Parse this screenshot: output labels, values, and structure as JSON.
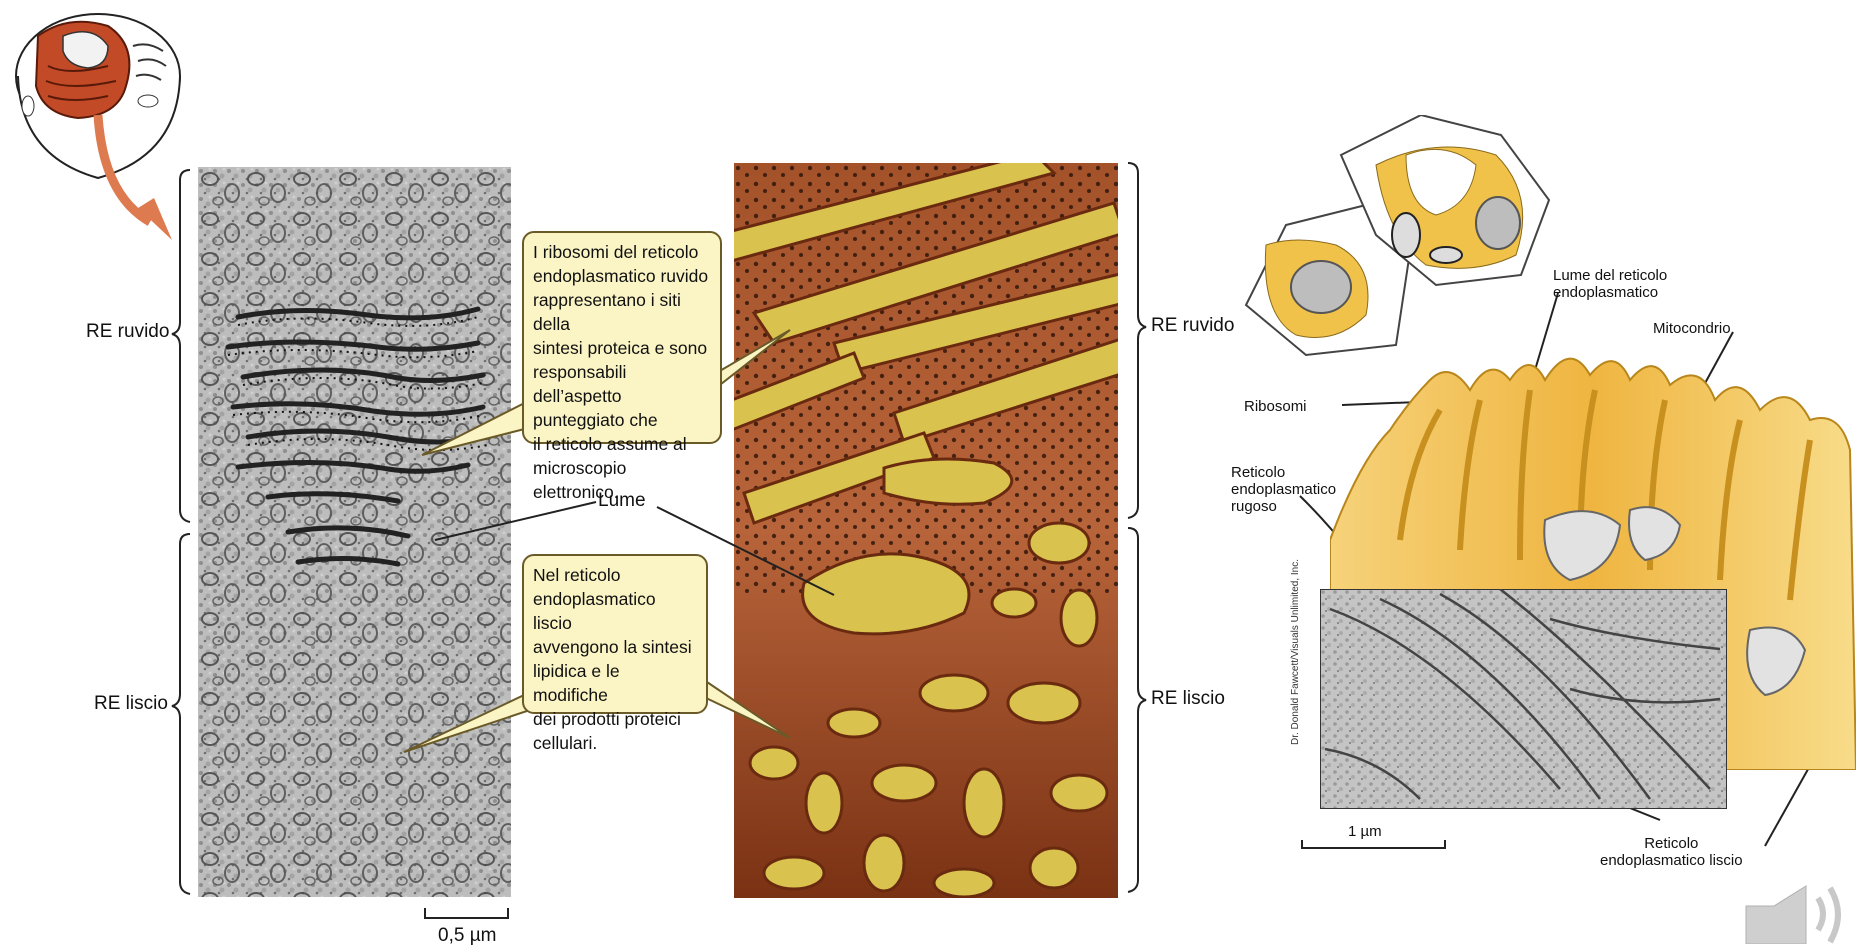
{
  "callouts": {
    "rough_lines": [
      "I ribosomi del reticolo",
      "endoplasmatico ruvido",
      "rappresentano i siti della",
      "sintesi proteica e sono",
      "responsabili dell’aspetto",
      "punteggiato che",
      "il reticolo assume al",
      "microscopio elettronico."
    ],
    "smooth_lines": [
      "Nel reticolo",
      "endoplasmatico liscio",
      "avvengono la sintesi",
      "lipidica e le modifiche",
      "dei prodotti proteici",
      "cellulari."
    ]
  },
  "labels": {
    "re_ruvido_left": "RE ruvido",
    "re_liscio_left": "RE liscio",
    "re_ruvido_right": "RE ruvido",
    "re_liscio_right": "RE liscio",
    "lume": "Lume",
    "scale_left": "0,5 µm",
    "scale_right": "1 µm",
    "lume_reticolo": [
      "Lume del reticolo",
      "endoplasmatico"
    ],
    "mitocondrio": "Mitocondrio",
    "ribosomi": "Ribosomi",
    "reticolo_rugoso": [
      "Reticolo",
      "endoplasmatico",
      "rugoso"
    ],
    "reticolo_liscio": [
      "Reticolo",
      "endoplasmatico liscio"
    ],
    "credit": "Dr. Donald Fawcett/Visuals Unlimited, Inc."
  },
  "icons": {
    "cell_thumbnail": "cell-diagram-icon",
    "arrow": "curved-arrow-icon",
    "speaker": "speaker-icon"
  },
  "colors": {
    "callout_fill": "#fbf4c4",
    "er_brown": "#9c4a22",
    "er_lumen": "#d9c24e",
    "er_yellow": "#f1c24a",
    "arrow_orange": "#de7a4f"
  }
}
